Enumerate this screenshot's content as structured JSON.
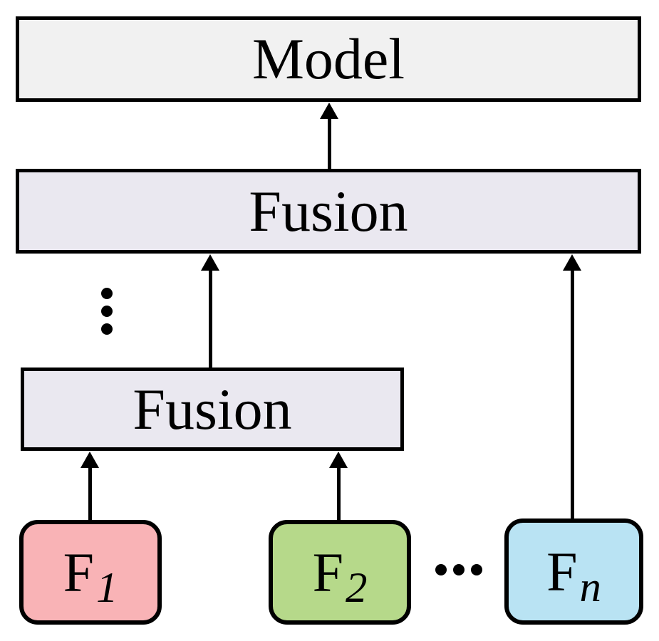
{
  "diagram": {
    "model": {
      "label": "Model"
    },
    "fusion_top": {
      "label": "Fusion"
    },
    "fusion_small": {
      "label": "Fusion"
    },
    "features": [
      {
        "base": "F",
        "sub": "1"
      },
      {
        "base": "F",
        "sub": "2"
      },
      {
        "base": "F",
        "sub": "n"
      }
    ],
    "icons": {
      "vertical_ellipsis": "vertical-ellipsis",
      "horizontal_ellipsis": "horizontal-ellipsis"
    }
  },
  "colors": {
    "background": "#ffffff",
    "model_fill": "#f1f1f1",
    "fusion_fill": "#eae8f0",
    "feature_fills": [
      "#f9b3b6",
      "#b6d98a",
      "#b9e3f3"
    ],
    "stroke": "#000000"
  }
}
